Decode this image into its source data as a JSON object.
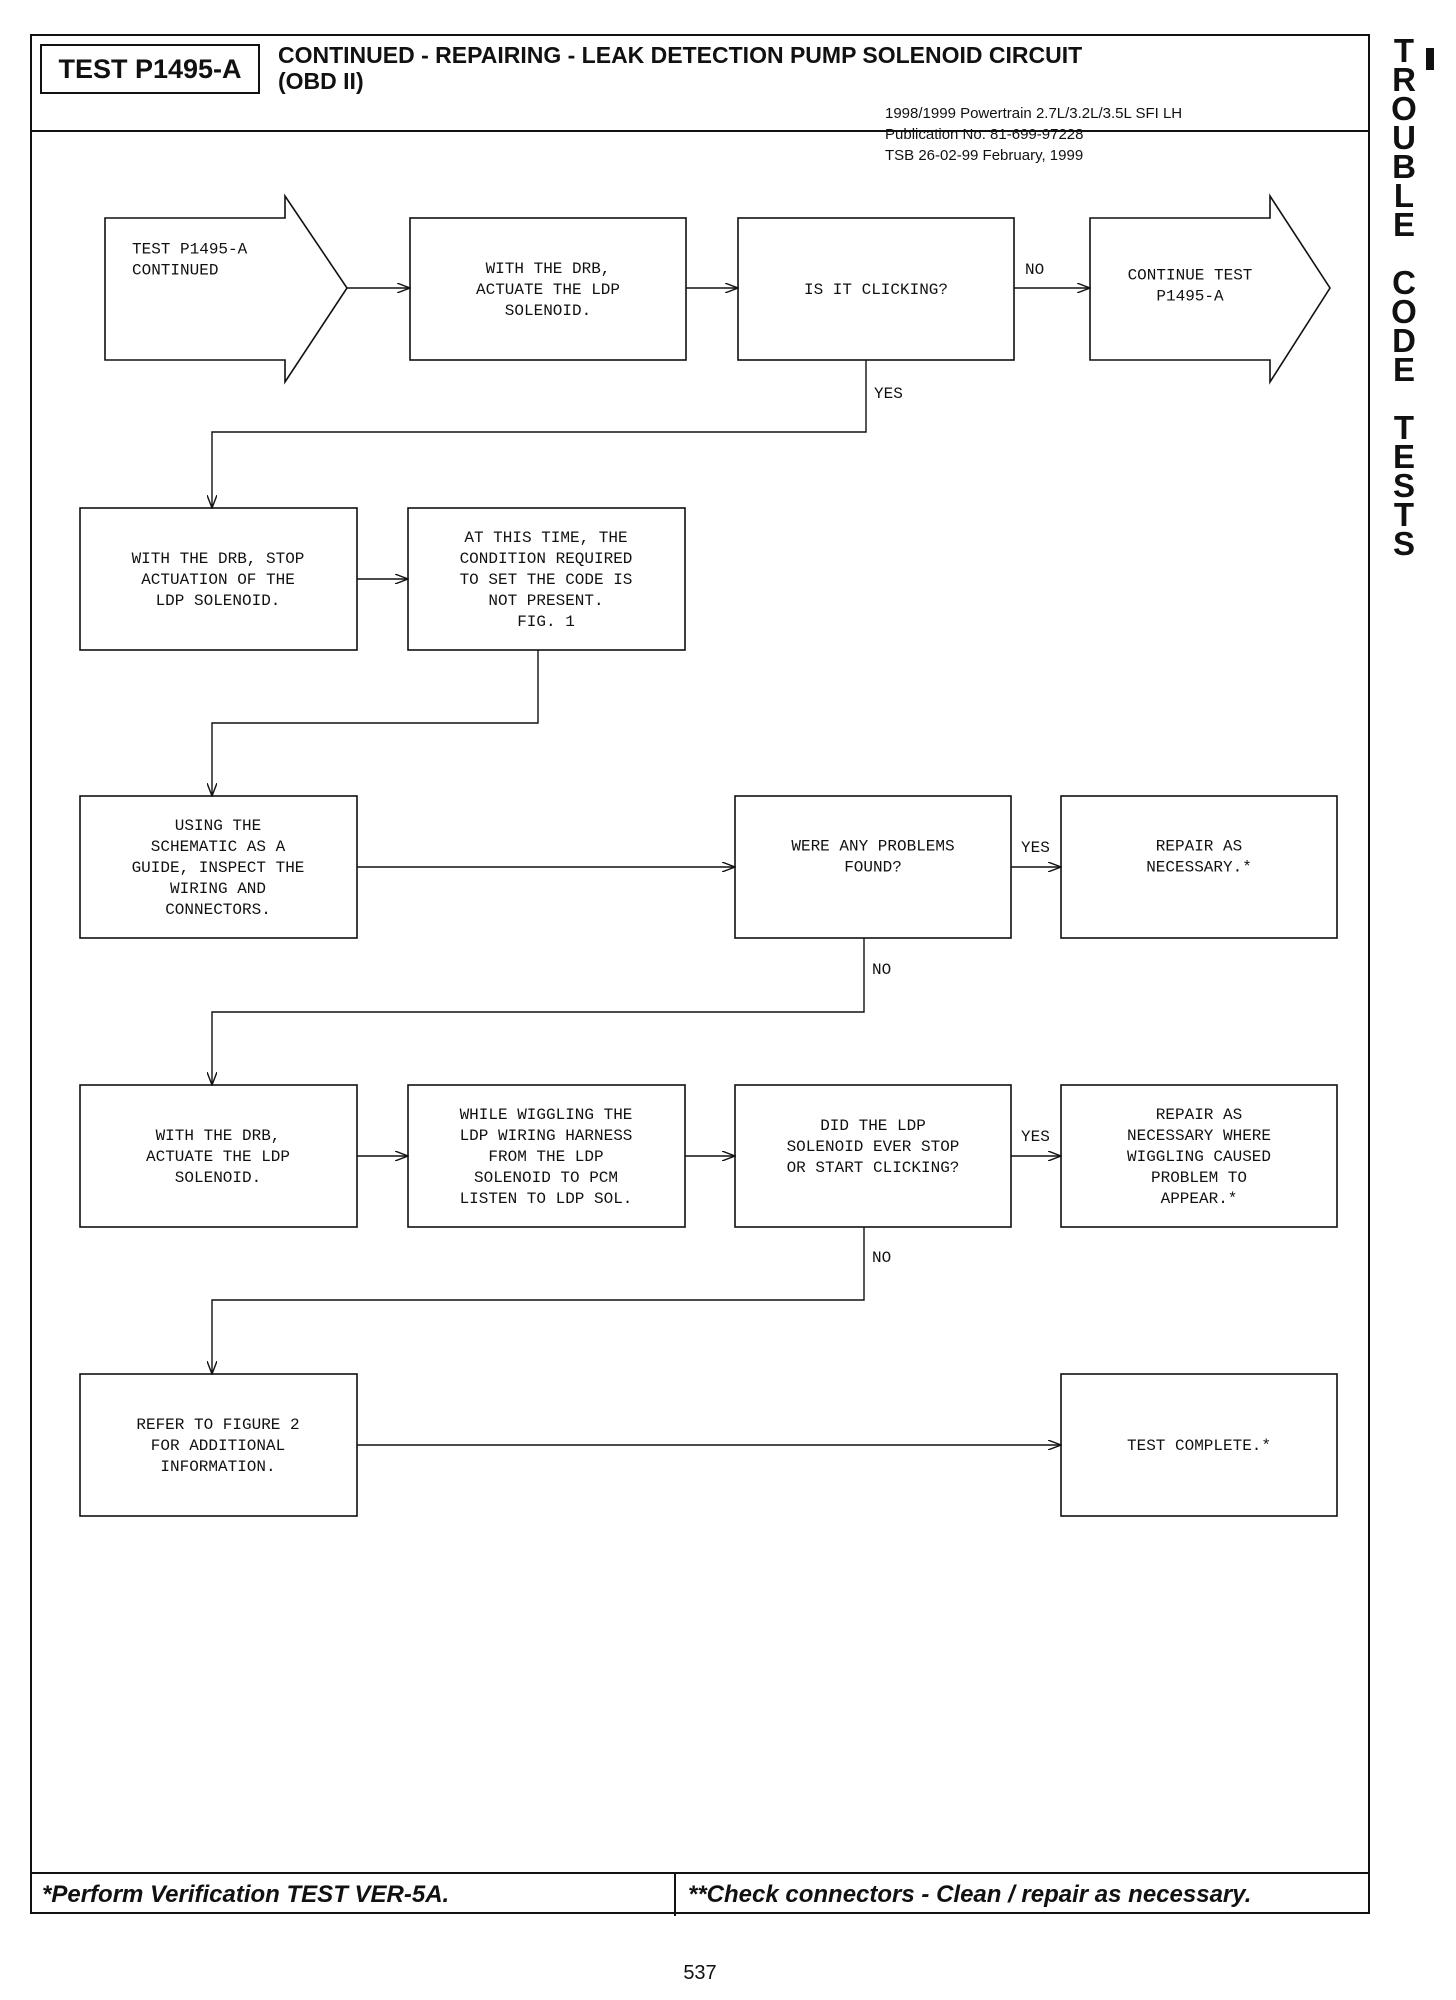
{
  "header": {
    "test_id": "TEST P1495-A",
    "title_line1": "CONTINUED - REPAIRING - LEAK DETECTION PUMP SOLENOID CIRCUIT",
    "title_line2": "(OBD II)"
  },
  "publication": {
    "line1": "1998/1999 Powertrain 2.7L/3.2L/3.5L SFI   LH",
    "line2": "Publication No. 81-699-97228",
    "line3": "TSB 26-02-99       February, 1999"
  },
  "side_tab": [
    "T",
    "R",
    "O",
    "U",
    "B",
    "L",
    "E",
    "",
    "C",
    "O",
    "D",
    "E",
    "",
    "T",
    "E",
    "S",
    "T",
    "S"
  ],
  "flow": {
    "start": [
      "TEST P1495-A",
      "CONTINUED"
    ],
    "actuate_1": [
      "WITH THE DRB,",
      "ACTUATE THE LDP",
      "SOLENOID."
    ],
    "clicking_q": [
      "IS IT CLICKING?"
    ],
    "continue_test": [
      "CONTINUE TEST",
      "P1495-A"
    ],
    "stop_actuation": [
      "WITH THE DRB, STOP",
      "ACTUATION OF THE",
      "LDP SOLENOID."
    ],
    "not_present": [
      "AT THIS TIME, THE",
      "CONDITION REQUIRED",
      "TO SET THE CODE IS",
      "NOT PRESENT.",
      "FIG. 1"
    ],
    "inspect": [
      "USING THE",
      "SCHEMATIC AS A",
      "GUIDE, INSPECT THE",
      "WIRING AND",
      "CONNECTORS."
    ],
    "problems_q": [
      "WERE ANY PROBLEMS",
      "FOUND?"
    ],
    "repair_1": [
      "REPAIR AS",
      "NECESSARY.*"
    ],
    "actuate_2": [
      "WITH THE DRB,",
      "ACTUATE THE LDP",
      "SOLENOID."
    ],
    "wiggle": [
      "WHILE WIGGLING THE",
      "LDP WIRING HARNESS",
      "FROM THE LDP",
      "SOLENOID TO PCM",
      "LISTEN TO LDP SOL."
    ],
    "stop_start_q": [
      "DID THE LDP",
      "SOLENOID EVER STOP",
      "OR START CLICKING?"
    ],
    "repair_2": [
      "REPAIR AS",
      "NECESSARY WHERE",
      "WIGGLING CAUSED",
      "PROBLEM TO",
      "APPEAR.*"
    ],
    "refer_fig2": [
      "REFER TO FIGURE 2",
      "FOR ADDITIONAL",
      "INFORMATION."
    ],
    "complete": [
      "TEST COMPLETE.*"
    ],
    "labels": {
      "no": "NO",
      "yes": "YES"
    }
  },
  "footer": {
    "left": "*Perform Verification TEST VER-5A.",
    "right": "**Check connectors - Clean / repair as necessary."
  },
  "page_number": "537"
}
